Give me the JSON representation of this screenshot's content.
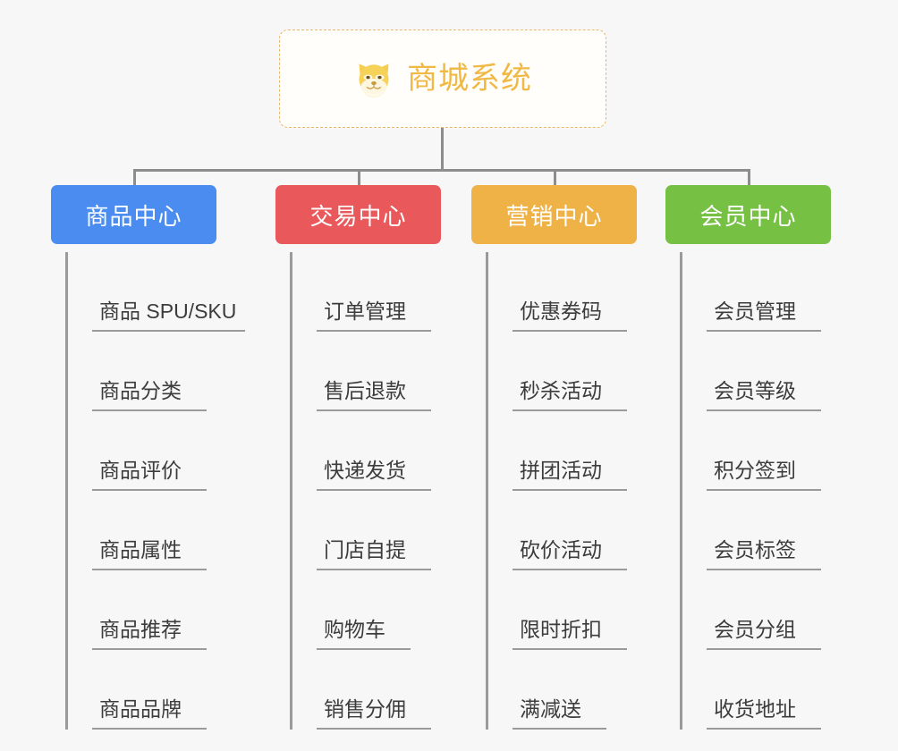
{
  "diagram": {
    "title": "商城系统",
    "root_icon": "shiba-dog-icon",
    "background_color": "#f7f7f7",
    "connector_color": "#8d8d8d",
    "root": {
      "label": "商城系统",
      "border_color": "#e6b96a",
      "text_color": "#f0b844",
      "background_color": "#fffefb"
    },
    "categories": [
      {
        "label": "商品中心",
        "color": "#4a8cf0",
        "items": [
          "商品 SPU/SKU",
          "商品分类",
          "商品评价",
          "商品属性",
          "商品推荐",
          "商品品牌"
        ]
      },
      {
        "label": "交易中心",
        "color": "#e9595b",
        "items": [
          "订单管理",
          "售后退款",
          "快递发货",
          "门店自提",
          "购物车",
          "销售分佣"
        ]
      },
      {
        "label": "营销中心",
        "color": "#eeb246",
        "items": [
          "优惠券码",
          "秒杀活动",
          "拼团活动",
          "砍价活动",
          "限时折扣",
          "满减送"
        ]
      },
      {
        "label": "会员中心",
        "color": "#76c044",
        "items": [
          "会员管理",
          "会员等级",
          "积分签到",
          "会员标签",
          "会员分组",
          "收货地址"
        ]
      }
    ]
  }
}
